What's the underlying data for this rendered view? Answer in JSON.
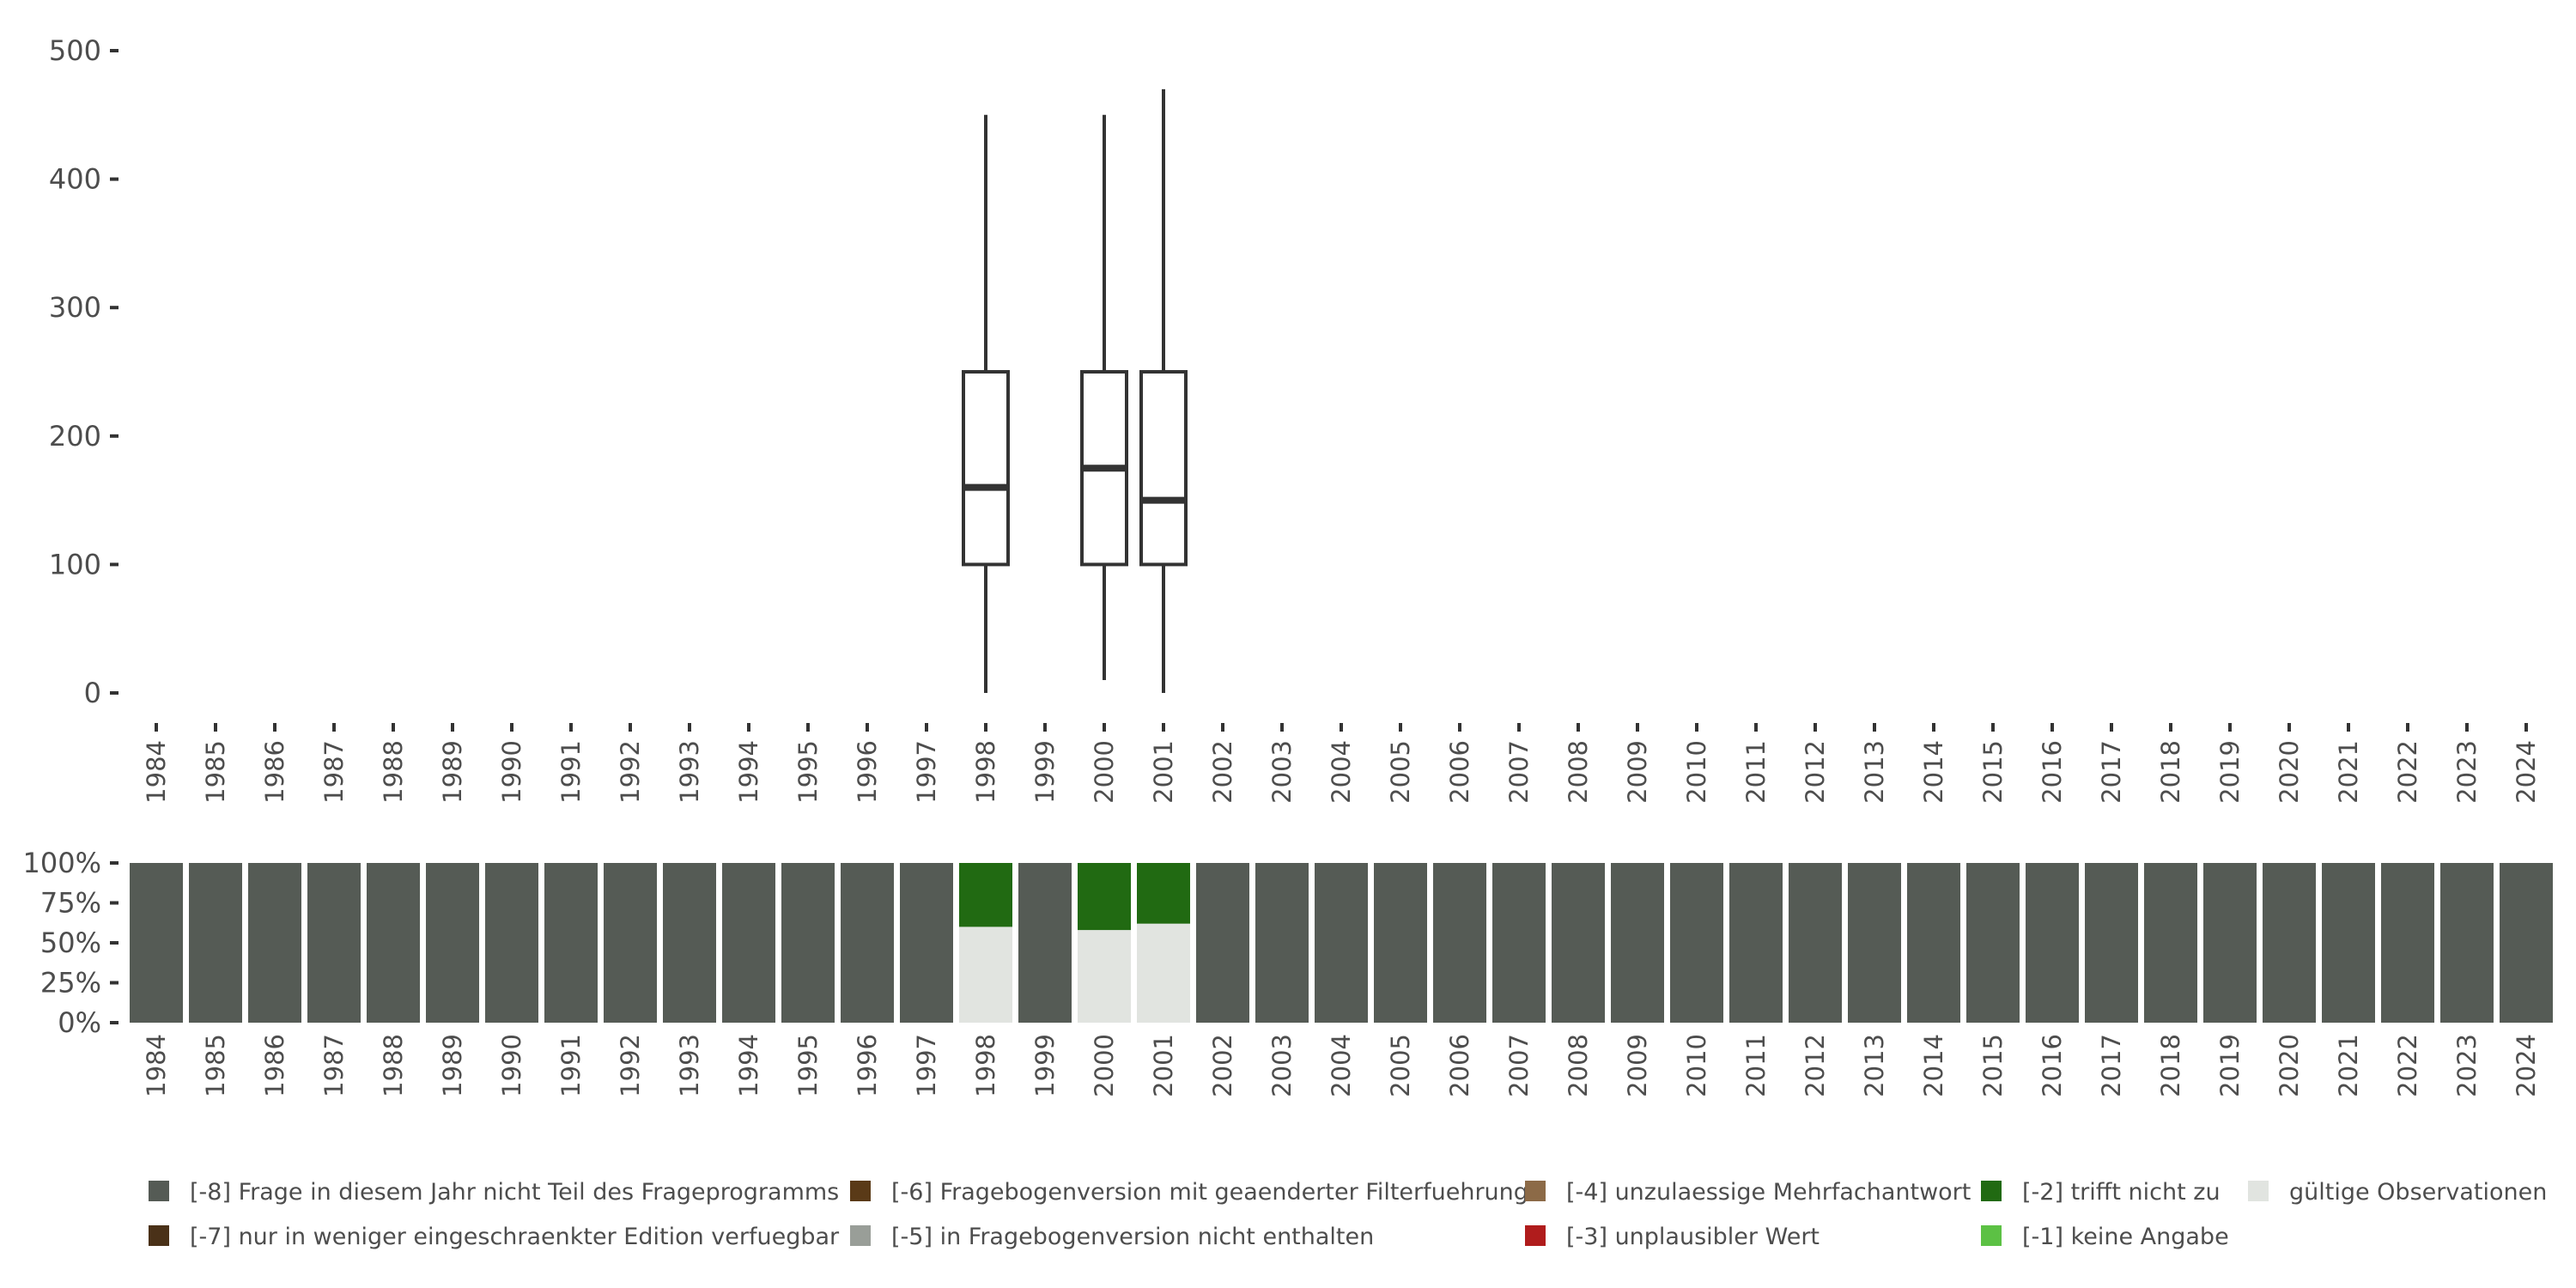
{
  "chart_data": [
    {
      "type": "boxplot",
      "ylim": [
        0,
        500
      ],
      "yticks": [
        "0",
        "100",
        "200",
        "300",
        "400",
        "500"
      ],
      "categories": [
        "1984",
        "1985",
        "1986",
        "1987",
        "1988",
        "1989",
        "1990",
        "1991",
        "1992",
        "1993",
        "1994",
        "1995",
        "1996",
        "1997",
        "1998",
        "1999",
        "2000",
        "2001",
        "2002",
        "2003",
        "2004",
        "2005",
        "2006",
        "2007",
        "2008",
        "2009",
        "2010",
        "2011",
        "2012",
        "2013",
        "2014",
        "2015",
        "2016",
        "2017",
        "2018",
        "2019",
        "2020",
        "2021",
        "2022",
        "2023",
        "2024"
      ],
      "boxes": [
        {
          "year": "1998",
          "min": 0,
          "q1": 100,
          "median": 160,
          "q3": 250,
          "max": 450
        },
        {
          "year": "2000",
          "min": 10,
          "q1": 100,
          "median": 175,
          "q3": 250,
          "max": 450
        },
        {
          "year": "2001",
          "min": 0,
          "q1": 100,
          "median": 150,
          "q3": 250,
          "max": 470
        }
      ]
    },
    {
      "type": "stacked-bar",
      "ylim": [
        0,
        100
      ],
      "yticks": [
        "0%",
        "25%",
        "50%",
        "75%",
        "100%"
      ],
      "categories": [
        "1984",
        "1985",
        "1986",
        "1987",
        "1988",
        "1989",
        "1990",
        "1991",
        "1992",
        "1993",
        "1994",
        "1995",
        "1996",
        "1997",
        "1998",
        "1999",
        "2000",
        "2001",
        "2002",
        "2003",
        "2004",
        "2005",
        "2006",
        "2007",
        "2008",
        "2009",
        "2010",
        "2011",
        "2012",
        "2013",
        "2014",
        "2015",
        "2016",
        "2017",
        "2018",
        "2019",
        "2020",
        "2021",
        "2022",
        "2023",
        "2024"
      ],
      "series": [
        {
          "name": "gültige Observationen",
          "color": "#e1e4e0",
          "values": {
            "1998": 60,
            "2000": 58,
            "2001": 62
          }
        },
        {
          "name": "[-2] trifft nicht zu",
          "color": "#216a12",
          "values": {
            "1998": 40,
            "2000": 42,
            "2001": 38
          }
        },
        {
          "name": "[-8] Frage in diesem Jahr nicht Teil des Frageprogramms",
          "color": "#555b55",
          "default": 100
        }
      ]
    }
  ],
  "legend": [
    {
      "label": "[-8] Frage in diesem Jahr nicht Teil des Frageprogramms",
      "color": "#555b55",
      "col": 0,
      "row": 0
    },
    {
      "label": "[-7] nur in weniger eingeschraenkter Edition verfuegbar",
      "color": "#4a3118",
      "col": 0,
      "row": 1
    },
    {
      "label": "[-6] Fragebogenversion mit geaenderter Filterfuehrung",
      "color": "#5a3a17",
      "col": 1,
      "row": 0
    },
    {
      "label": "[-5] in Fragebogenversion nicht enthalten",
      "color": "#999e98",
      "col": 1,
      "row": 1
    },
    {
      "label": "[-4] unzulaessige Mehrfachantwort",
      "color": "#8c6a47",
      "col": 2,
      "row": 0
    },
    {
      "label": "[-3] unplausibler Wert",
      "color": "#b01c1c",
      "col": 2,
      "row": 1
    },
    {
      "label": "[-2] trifft nicht zu",
      "color": "#216a12",
      "col": 3,
      "row": 0
    },
    {
      "label": "[-1] keine Angabe",
      "color": "#5cc144",
      "col": 3,
      "row": 1
    },
    {
      "label": "gültige Observationen",
      "color": "#e1e4e0",
      "col": 4,
      "row": 0
    }
  ]
}
